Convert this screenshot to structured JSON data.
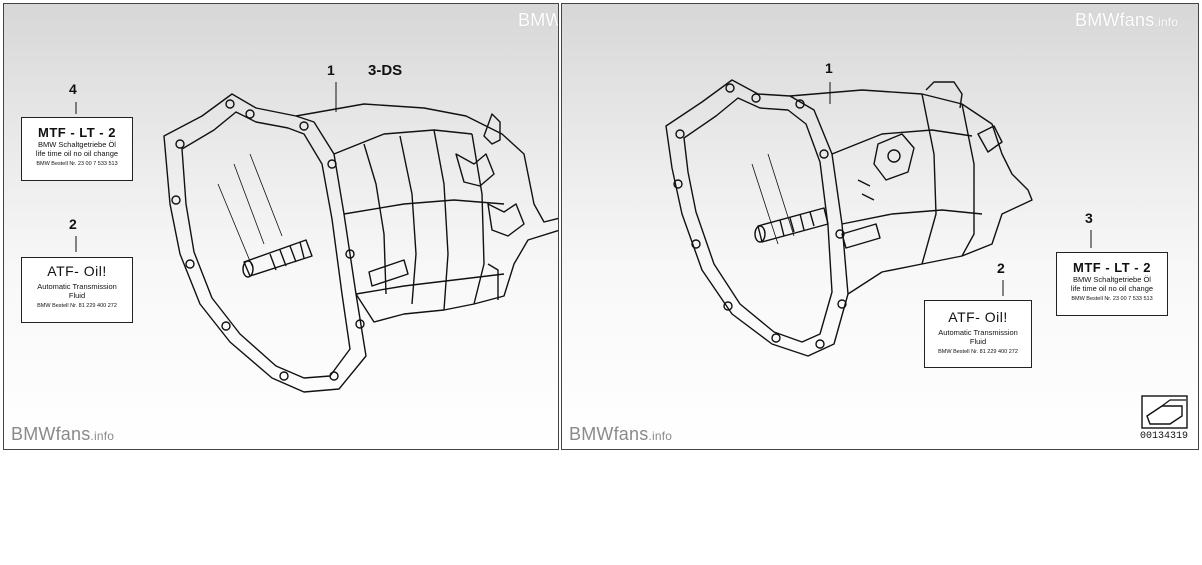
{
  "left_panel": {
    "watermark_top": "BMW",
    "watermark_bottom": {
      "main": "BMWfans",
      "suffix": ".info"
    },
    "model_label": "3-DS",
    "callouts": {
      "transmission": "1",
      "mtf_label": "4",
      "atf_label": "2"
    },
    "mtf_label": {
      "title": "MTF - LT - 2",
      "line1": "BMW Schaltgetriebe Öl",
      "line2": "life time oil no oil change",
      "line3": "BMW Bestell Nr. 23 00 7 533 513"
    },
    "atf_label": {
      "title": "ATF- Oil!",
      "line1": "Automatic Transmission",
      "line2": "Fluid",
      "line3": "BMW Bestell Nr. 81 229 400 272"
    }
  },
  "right_panel": {
    "watermark_top": {
      "main": "BMWfans",
      "suffix": ".info"
    },
    "watermark_bottom": {
      "main": "BMWfans",
      "suffix": ".info"
    },
    "callouts": {
      "transmission": "1",
      "atf_label": "2",
      "mtf_label": "3"
    },
    "mtf_label": {
      "title": "MTF - LT - 2",
      "line1": "BMW Schaltgetriebe Öl",
      "line2": "life time oil no oil change",
      "line3": "BMW Bestell Nr. 23 00 7 533 513"
    },
    "atf_label": {
      "title": "ATF- Oil!",
      "line1": "Automatic Transmission",
      "line2": "Fluid",
      "line3": "BMW Bestell Nr. 81 229 400 272"
    },
    "part_number": "00134319",
    "icons": {
      "pointer": "arrow-pointer-icon"
    }
  }
}
